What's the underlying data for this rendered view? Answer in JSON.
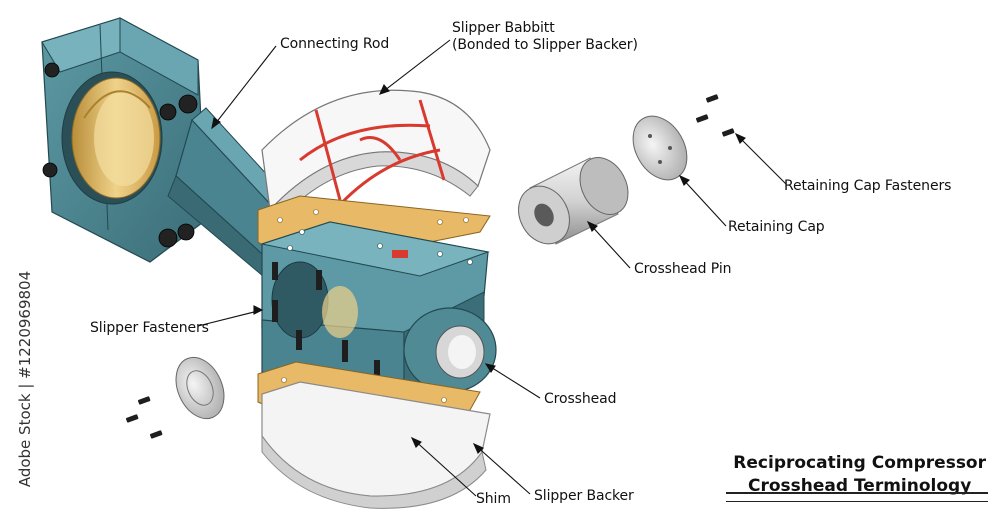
{
  "labels": {
    "connecting_rod": "Connecting Rod",
    "slipper_babbitt_line1": "Slipper Babbitt",
    "slipper_babbitt_line2": "(Bonded to Slipper Backer)",
    "retaining_cap_fasteners": "Retaining Cap Fasteners",
    "retaining_cap": "Retaining Cap",
    "crosshead_pin": "Crosshead Pin",
    "slipper_fasteners": "Slipper Fasteners",
    "crosshead": "Crosshead",
    "shim": "Shim",
    "slipper_backer": "Slipper Backer"
  },
  "title": {
    "line1": "Reciprocating Compressor",
    "line2": "Crosshead Terminology"
  },
  "side_watermark": "Adobe Stock | #1220969804",
  "colors": {
    "teal_body": "#4f8a95",
    "teal_dark": "#2f5a63",
    "bronze": "#d9b45c",
    "brass_shim": "#e8b966",
    "babbitt_red": "#d83a2f",
    "metal_light": "#e6e6e6",
    "metal_dark": "#8a8a8a"
  }
}
